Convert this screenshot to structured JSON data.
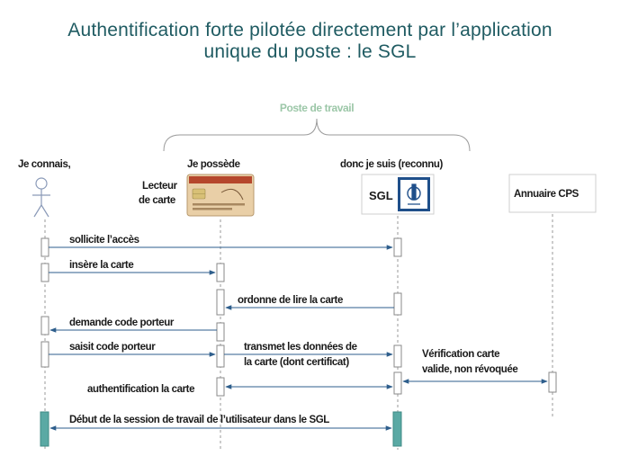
{
  "title": {
    "line1": "Authentification forte pilotée directement par l’application",
    "line2": "unique du poste : le SGL"
  },
  "group_label": "Poste de travail",
  "columns": {
    "user": "Je connais,",
    "reader": "Je possède",
    "sgl": "donc je suis (reconnu)"
  },
  "reader_label_1": "Lecteur",
  "reader_label_2": "de carte",
  "sgl_label": "SGL",
  "annuaire_label": "Annuaire CPS",
  "messages": {
    "m1": "sollicite l’accès",
    "m2": "insère la carte",
    "m3": "ordonne de lire la carte",
    "m4": "demande code porteur",
    "m5": "saisit code porteur",
    "m6_1": "transmet les données de",
    "m6_2": "la carte (dont certificat)",
    "m7_1": "Vérification carte",
    "m7_2": "valide, non révoquée",
    "m8": "authentification la carte",
    "m9": "Début de la session de travail de l’utilisateur dans le SGL"
  },
  "colors": {
    "title": "#1f5b62",
    "group_label": "#9cc7a8",
    "arrow": "#2e5e8c",
    "session_box": "#5aa9a4"
  }
}
